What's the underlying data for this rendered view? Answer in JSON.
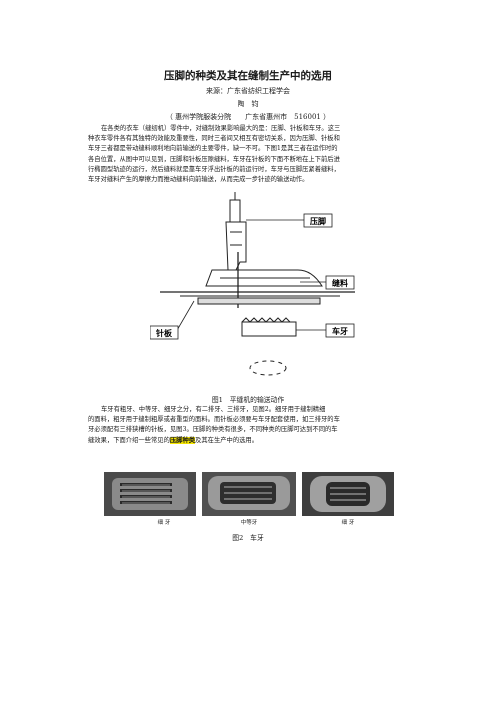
{
  "title": "压脚的种类及其在缝制生产中的选用",
  "source": "来源：广东省纺织工程学会",
  "author": "陶　钧",
  "affiliation": "（ 惠州学院服装分院　　广东省惠州市　516001 ）",
  "para1": [
    "在各类的衣车（缝纫机）零件中，对缝制效果影响最大的是：压脚、针板和车牙。这三",
    "种衣车零件各有其独特的效能及重要性，同时三者间又相互有密切关系，因为压脚、针板和",
    "车牙三者都是带动缝料顺利地向前输送的主要零件，缺一不可。下图1是其三者在运作时的",
    "各自位置，从图中可以见到，压脚和针板压隙缝料，车牙在针板的下面不断地在上下前后进",
    "行椭圆型轨迹的运行，然后缝料就是靠车牙浮出针板的前运行时，车牙与压脚压紧着缝料，",
    "车牙对缝料产生的摩擦力而推动缝料向前输送，从而完成一步针迹的输送动作。"
  ],
  "figure1": {
    "labels": {
      "presser_foot": "压脚",
      "fabric": "缝料",
      "needle_plate": "针板",
      "feed_dog": "车牙"
    },
    "caption": "图1　平缝机的输送动作"
  },
  "para2": {
    "lines": [
      "车牙有粗牙、中等牙、细牙之分，有二排牙、三排牙，见图2。细牙用于缝制精细",
      "的面料，粗牙用于缝制粗厚或者重型的面料。而针板必须要与车牙配套使用，如三排牙的车",
      "牙必须配有三排狭槽的针板，见图3。压脚的种类有很多，不同种类的压脚可达到不同的车"
    ],
    "last_before": "缝效果，下面介绍一些常见的",
    "highlight": "压脚种类",
    "last_after": "及其在生产中的选用。"
  },
  "figure2": {
    "labels": {
      "fine": "细 牙",
      "medium": "中等牙",
      "coarse": "细 牙"
    },
    "caption": "图2　车牙"
  }
}
